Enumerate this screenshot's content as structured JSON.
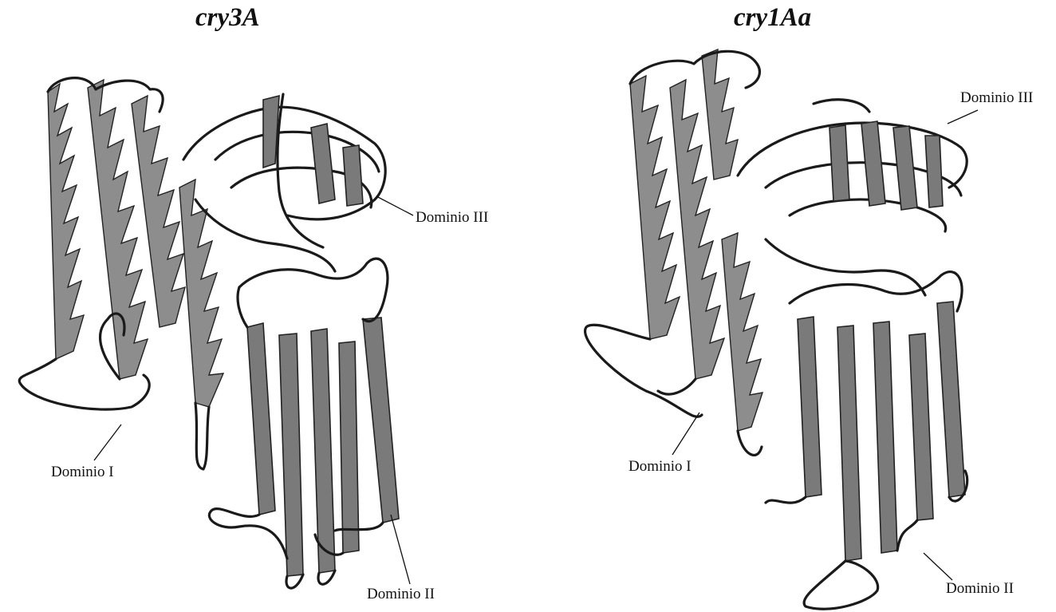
{
  "figure": {
    "panels": [
      {
        "title": "cry3A",
        "labels": {
          "domain1": "Dominio I",
          "domain2": "Dominio II",
          "domain3": "Dominio III"
        }
      },
      {
        "title": "cry1Aa",
        "labels": {
          "domain1": "Dominio I",
          "domain2": "Dominio II",
          "domain3": "Dominio III"
        }
      }
    ]
  }
}
